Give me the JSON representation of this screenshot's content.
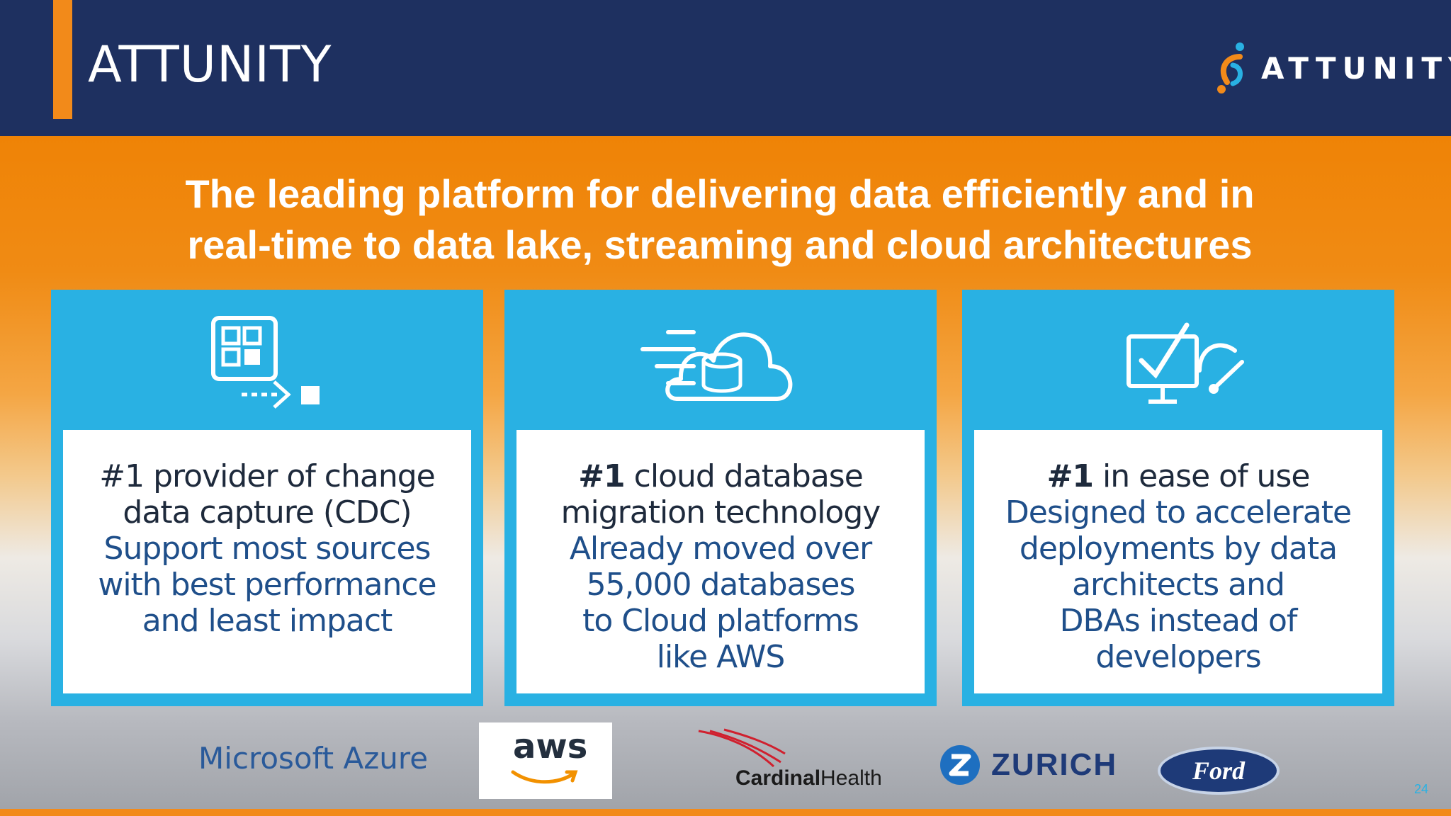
{
  "header": {
    "title": "ATTUNITY",
    "logo_text": "ATTUNITY"
  },
  "headline": {
    "line1": "The leading platform for delivering data efficiently and in",
    "line2": "real-time to data lake, streaming and cloud architectures"
  },
  "cards": [
    {
      "icon": "cdc-icon",
      "lines": [
        "#1 provider of change",
        "data capture (CDC)"
      ],
      "desc": [
        "Support most sources",
        "with best performance",
        "and least impact"
      ]
    },
    {
      "icon": "cloud-database-icon",
      "bold": "#1",
      "title_rest": " cloud database",
      "title2": "migration technology",
      "desc": [
        "Already moved over",
        "55,000 databases",
        "to Cloud platforms",
        "like AWS"
      ]
    },
    {
      "icon": "monitor-check-gauge-icon",
      "bold": "#1",
      "title_rest": " in ease of use",
      "desc": [
        "Designed to accelerate",
        "deployments by data",
        "architects and",
        "DBAs instead of",
        "developers"
      ]
    }
  ],
  "logos": {
    "azure": "Microsoft Azure",
    "aws": "aws",
    "cardinal_bold": "Cardinal",
    "cardinal_rest": "Health",
    "zurich": "ZURICH",
    "ford": "Ford"
  },
  "page_number": "24",
  "colors": {
    "navy": "#1e3060",
    "orange": "#f28a1a",
    "card_blue": "#29b1e3"
  }
}
